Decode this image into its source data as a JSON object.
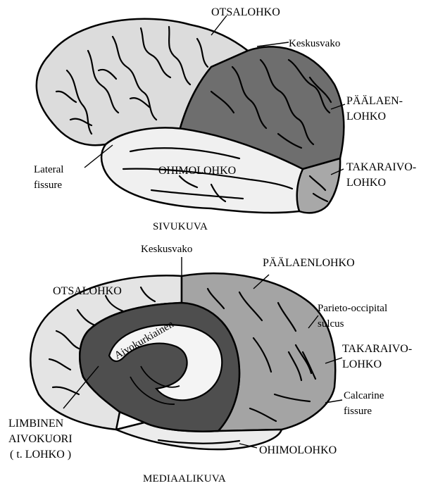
{
  "lateral_view": {
    "caption": "SIVUKUVA",
    "labels": {
      "frontal": "OTSALOHKO",
      "central_sulcus": "Keskusvako",
      "parietal_line1": "PÄÄLAEN-",
      "parietal_line2": "LOHKO",
      "lateral_fissure_line1": "Lateral",
      "lateral_fissure_line2": "fissure",
      "temporal": "OHIMOLOHKO",
      "occipital_line1": "TAKARAIVO-",
      "occipital_line2": "LOHKO"
    }
  },
  "medial_view": {
    "caption": "MEDIAALIKUVA",
    "labels": {
      "central_sulcus": "Keskusvako",
      "parietal": "PÄÄLAENLOHKO",
      "frontal": "OTSALOHKO",
      "parieto_occipital_line1": "Parieto-occipital",
      "parieto_occipital_line2": "sulcus",
      "corpus_callosum": "Aivokurkiainen",
      "occipital_line1": "TAKARAIVO-",
      "occipital_line2": "LOHKO",
      "calcarine_line1": "Calcarine",
      "calcarine_line2": "fissure",
      "limbic_line1": "LIMBINEN",
      "limbic_line2": "AIVOKUORI",
      "limbic_line3": "( t. LOHKO )",
      "temporal": "OHIMOLOHKO"
    }
  },
  "colors": {
    "frontal": "#dcdcdc",
    "parietal_lateral": "#6e6e6e",
    "temporal": "#f0f0f0",
    "occipital": "#a8a8a8",
    "medial_lobe": "#a4a4a4",
    "limbic": "#4e4e4e",
    "callosum": "#f4f4f4"
  }
}
